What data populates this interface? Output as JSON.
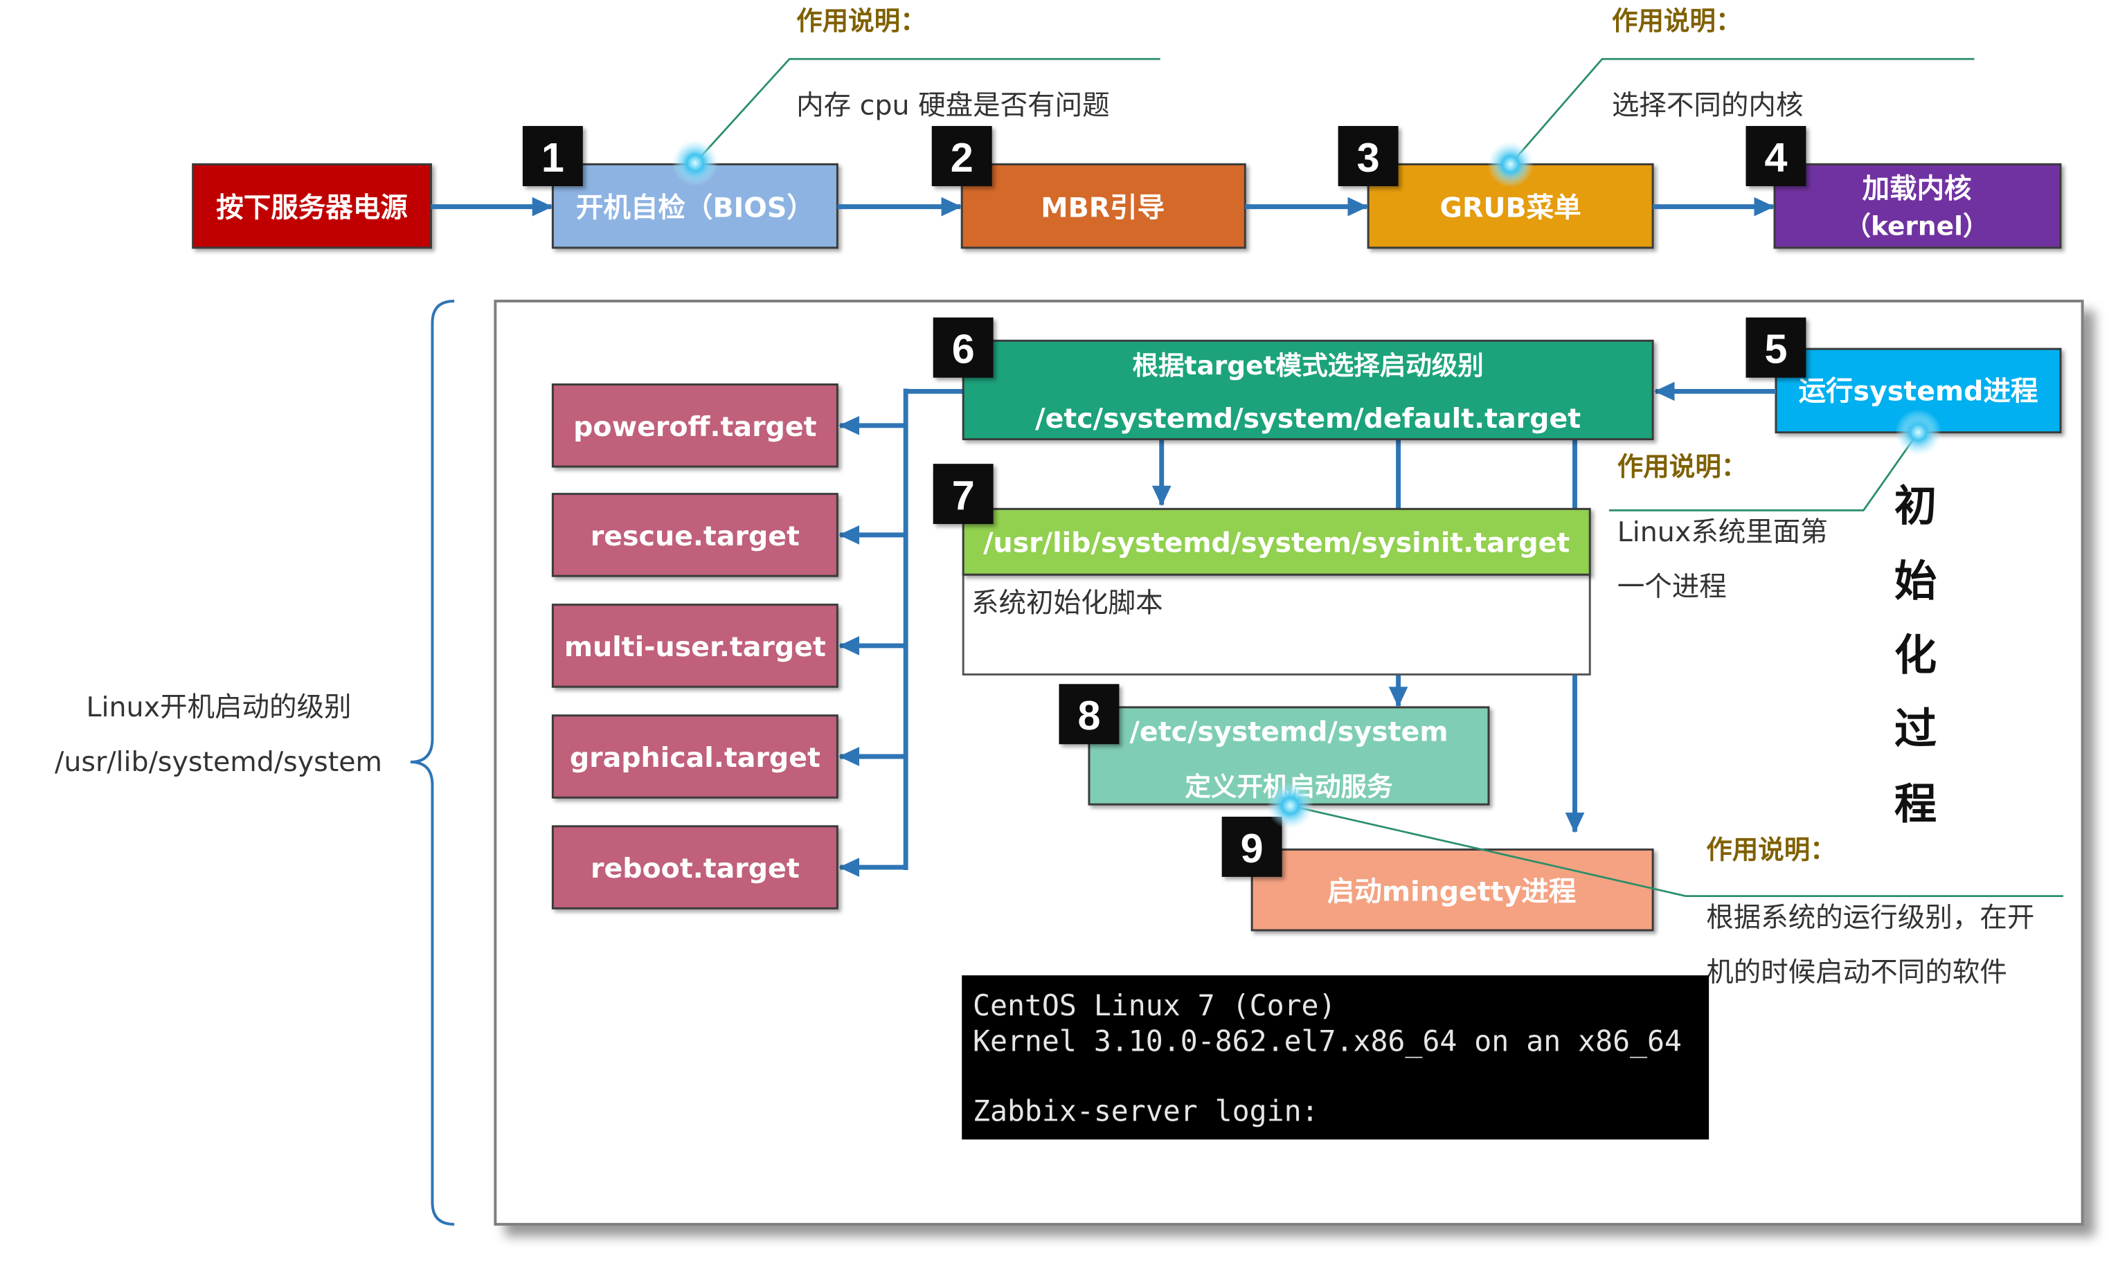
{
  "boot_flow": {
    "power_label": "按下服务器电源",
    "step1": {
      "num": "1",
      "label": "开机自检（BIOS）"
    },
    "step2": {
      "num": "2",
      "label": "MBR引导"
    },
    "step3": {
      "num": "3",
      "label": "GRUB菜单"
    },
    "step4": {
      "num": "4",
      "line1": "加载内核",
      "line2": "（kernel）"
    }
  },
  "notes": {
    "bios": {
      "title": "作用说明：",
      "text": "内存 cpu 硬盘是否有问题"
    },
    "grub": {
      "title": "作用说明：",
      "text": "选择不同的内核"
    },
    "systemd": {
      "title": "作用说明：",
      "line1": "Linux系统里面第",
      "line2": "一个进程"
    },
    "mingetty": {
      "title": "作用说明：",
      "line1": "根据系统的运行级别，在开",
      "line2": "机的时候启动不同的软件"
    }
  },
  "levels_label": {
    "line1": "Linux开机启动的级别",
    "line2": "/usr/lib/systemd/system"
  },
  "init": {
    "step5": {
      "num": "5",
      "label": "运行systemd进程"
    },
    "step6": {
      "num": "6",
      "line1": "根据target模式选择启动级别",
      "line2": "/etc/systemd/system/default.target"
    },
    "step7": {
      "num": "7",
      "header": "/usr/lib/systemd/system/sysinit.target",
      "body": "系统初始化脚本"
    },
    "step8": {
      "num": "8",
      "line1": "/etc/systemd/system",
      "line2": "定义开机启动服务"
    },
    "step9": {
      "num": "9",
      "label": "启动mingetty进程"
    },
    "targets": [
      "poweroff.target",
      "rescue.target",
      "multi-user.target",
      "graphical.target",
      "reboot.target"
    ],
    "vertical_title": [
      "初",
      "始",
      "化",
      "过",
      "程"
    ]
  },
  "terminal": {
    "lines": [
      "CentOS Linux 7 (Core)",
      "Kernel 3.10.0-862.el7.x86_64 on an x86_64",
      "Zabbix-server login:"
    ]
  },
  "colors": {
    "power": "#c00000",
    "bios": "#8db3e2",
    "mbr": "#d4692a",
    "grub": "#e59c0b",
    "kernel": "#7030a0",
    "systemd": "#00b0f0",
    "default_target": "#1ba37b",
    "sysinit": "#92d050",
    "etc_systemd": "#7fcdb5",
    "mingetty": "#f4a282",
    "target": "#c0607a",
    "arrow": "#2e75b6",
    "terminal_bg": "#000000"
  }
}
